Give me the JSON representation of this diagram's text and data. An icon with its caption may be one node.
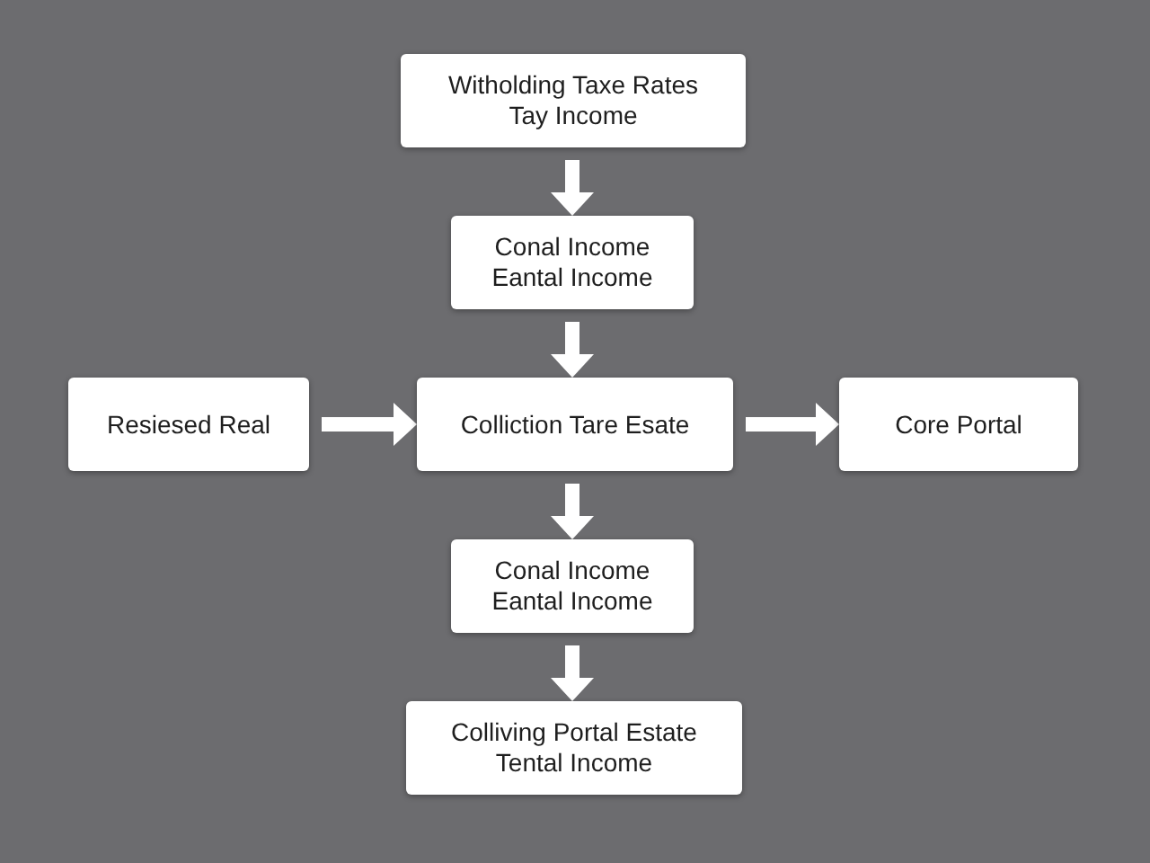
{
  "diagram": {
    "nodes": [
      {
        "text": [
          "Witholding Taxe Rates",
          "Tay Income"
        ]
      },
      {
        "text": [
          "Conal Income",
          "Eantal Income"
        ]
      },
      {
        "text": [
          "Resiesed Real"
        ]
      },
      {
        "text": [
          "Colliction Tare Esate"
        ]
      },
      {
        "text": [
          "Core Portal"
        ]
      },
      {
        "text": [
          "Conal Income",
          "Eantal Income"
        ]
      },
      {
        "text": [
          "Colliving Portal Estate",
          "Tental Income"
        ]
      }
    ],
    "edges": [
      {
        "from": 0,
        "to": 1,
        "arrow": "to"
      },
      {
        "from": 1,
        "to": 3,
        "arrow": "to"
      },
      {
        "from": 2,
        "to": 3,
        "arrow": "to"
      },
      {
        "from": 3,
        "to": 4,
        "arrow": "to"
      },
      {
        "from": 3,
        "to": 5,
        "arrow": "to"
      },
      {
        "from": 5,
        "to": 6,
        "arrow": "to"
      }
    ]
  }
}
